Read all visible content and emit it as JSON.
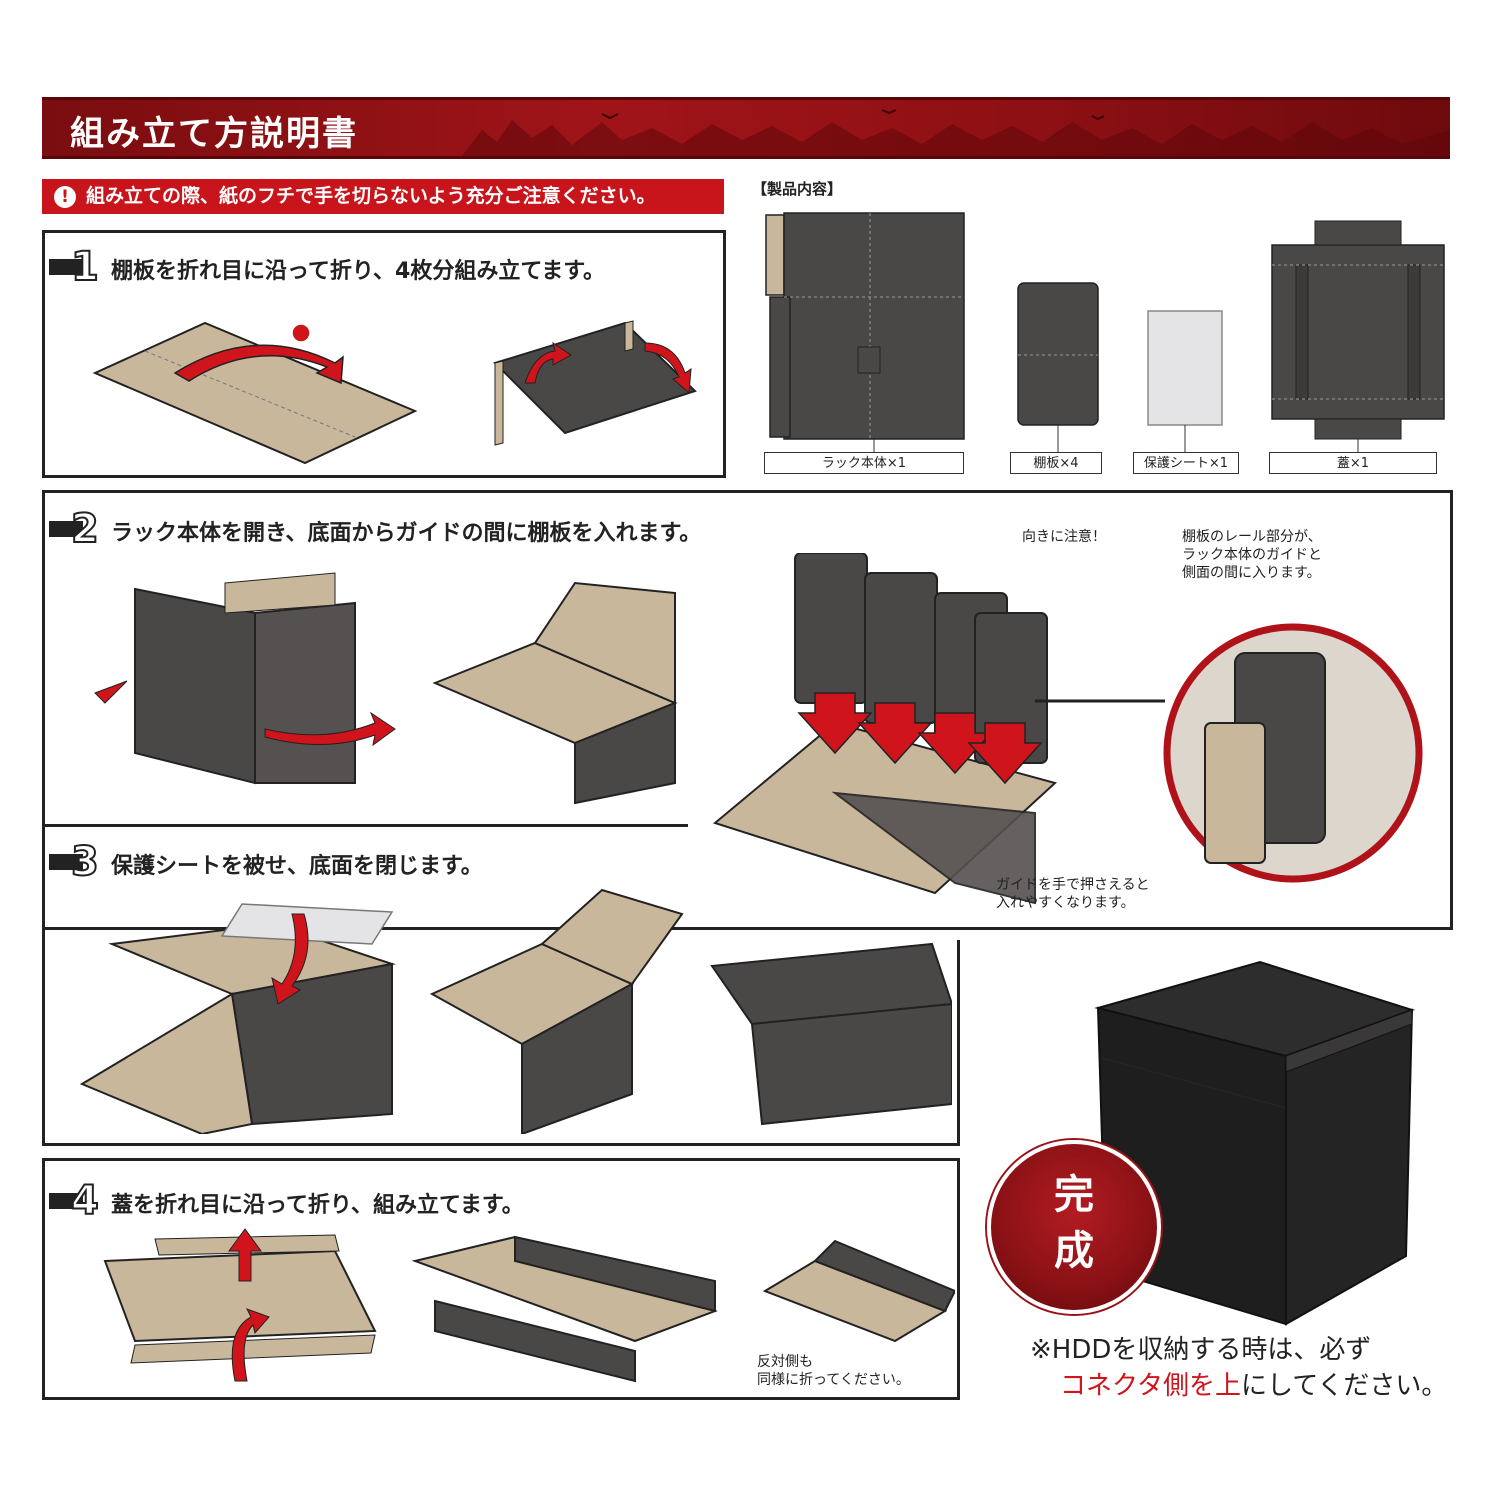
{
  "header": {
    "title": "組み立て方説明書"
  },
  "warning": {
    "icon": "!",
    "text": "組み立ての際、紙のフチで手を切らないよう充分ご注意ください。"
  },
  "contents": {
    "heading": "【製品内容】",
    "items": [
      {
        "label": "ラック本体×1"
      },
      {
        "label": "棚板×4"
      },
      {
        "label": "保護シート×1"
      },
      {
        "label": "蓋×1"
      }
    ]
  },
  "steps": [
    {
      "number": "1",
      "text": "棚板を折れ目に沿って折り、4枚分組み立てます。"
    },
    {
      "number": "2",
      "text": "ラック本体を開き、底面からガイドの間に棚板を入れます。"
    },
    {
      "number": "3",
      "text": "保護シートを被せ、底面を閉じます。"
    },
    {
      "number": "4",
      "text": "蓋を折れ目に沿って折り、組み立てます。"
    }
  ],
  "notes": {
    "orientation": "向きに注意！",
    "rail_lines": [
      "棚板のレール部分が、",
      "ラック本体のガイドと",
      "側面の間に入ります。"
    ],
    "guide_lines": [
      "ガイドを手で押さえると",
      "入れやすくなります。"
    ],
    "other_side_lines": [
      "反対側も",
      "同様に折ってください。"
    ]
  },
  "complete": {
    "chars": [
      "完",
      "成"
    ]
  },
  "final_note": {
    "line1": "※HDDを収納する時は、必ず",
    "line2_red": "コネクタ側を上",
    "line2_rest": "にしてください。"
  },
  "colors": {
    "accent_red": "#c8141b",
    "board_dark": "#4a4747",
    "board_kraft": "#c9b79c",
    "outline": "#222222"
  }
}
